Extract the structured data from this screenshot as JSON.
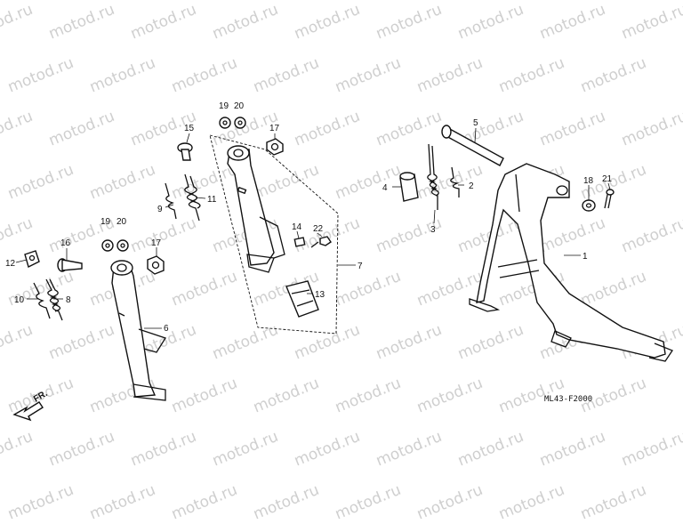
{
  "watermark": "motod.ru",
  "diagram_code": "ML43-F2000",
  "direction_label": "FR.",
  "callouts": [
    "1",
    "2",
    "3",
    "4",
    "5",
    "6",
    "7",
    "8",
    "9",
    "10",
    "11",
    "12",
    "13",
    "14",
    "15",
    "16",
    "17",
    "17",
    "18",
    "18",
    "19",
    "19",
    "20",
    "20",
    "21",
    "22"
  ]
}
